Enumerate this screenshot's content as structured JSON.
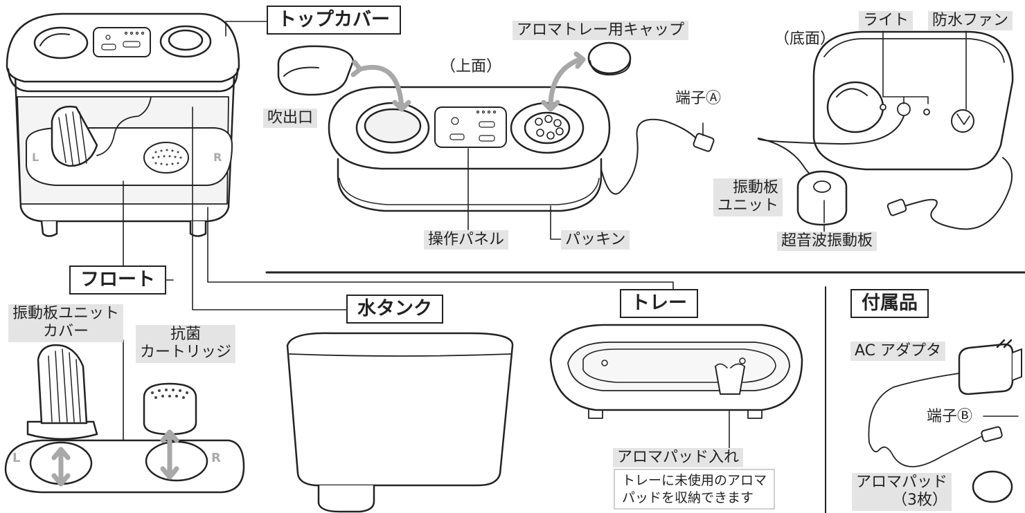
{
  "labels": {
    "top_cover": "トップカバー",
    "float": "フロート",
    "water_tank": "水タンク",
    "tray": "トレー",
    "accessories": "付属品",
    "aroma_tray_cap": "アロマトレー用キャップ",
    "top_view": "（上面）",
    "bottom_view": "（底面）",
    "light": "ライト",
    "waterproof_fan": "防水ファン",
    "outlet": "吹出口",
    "terminal_a": "端子Ⓐ",
    "vibration_unit_line1": "振動板",
    "vibration_unit_line2": "ユニット",
    "ultrasonic_plate": "超音波振動板",
    "control_panel": "操作パネル",
    "packing": "パッキン",
    "vibration_cover_line1": "振動板ユニット",
    "vibration_cover_line2": "カバー",
    "antibacterial_line1": "抗菌",
    "antibacterial_line2": "カートリッジ",
    "aroma_pad_holder": "アロマパッド入れ",
    "tray_note_line1": "トレーに未使用のアロマ",
    "tray_note_line2": "パッドを収納できます",
    "ac_adapter": "AC アダプタ",
    "terminal_b": "端子Ⓑ",
    "aroma_pad": "アロマパッド",
    "aroma_pad_qty": "（3枚）",
    "mark_l": "L",
    "mark_r": "R"
  }
}
